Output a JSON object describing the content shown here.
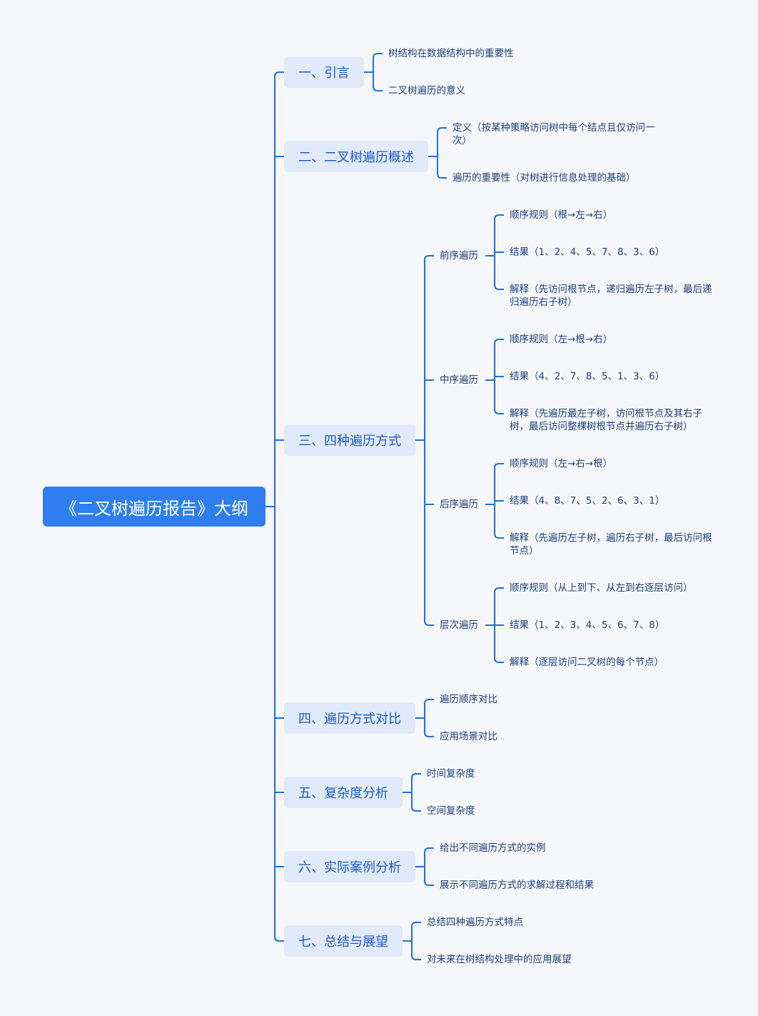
{
  "root": "《二叉树遍历报告》大纲",
  "sections": [
    {
      "label": "一、引言",
      "items": [
        "树结构在数据结构中的重要性",
        "二叉树遍历的意义"
      ]
    },
    {
      "label": "二、二叉树遍历概述",
      "items": [
        "定义（按某种策略访问树中每个结点且仅访问一次）",
        "遍历的重要性（对树进行信息处理的基础）"
      ]
    },
    {
      "label": "三、四种遍历方式",
      "subs": [
        {
          "label": "前序遍历",
          "items": [
            "顺序规则（根→左→右）",
            "结果（1、2、4、5、7、8、3、6）",
            "解释（先访问根节点，递归遍历左子树，最后递归遍历右子树）"
          ]
        },
        {
          "label": "中序遍历",
          "items": [
            "顺序规则（左→根→右）",
            "结果（4、2、7、8、5、1、3、6）",
            "解释（先遍历最左子树，访问根节点及其右子树，最后访问整棵树根节点并遍历右子树）"
          ]
        },
        {
          "label": "后序遍历",
          "items": [
            "顺序规则（左→右→根）",
            "结果（4、8、7、5、2、6、3、1）",
            "解释（先遍历左子树，遍历右子树，最后访问根节点）"
          ]
        },
        {
          "label": "层次遍历",
          "items": [
            "顺序规则（从上到下、从左到右逐层访问）",
            "结果（1、2、3、4、5、6、7、8）",
            "解释（逐层访问二叉树的每个节点）"
          ]
        }
      ]
    },
    {
      "label": "四、遍历方式对比",
      "items": [
        "遍历顺序对比",
        "应用场景对比"
      ]
    },
    {
      "label": "五、复杂度分析",
      "items": [
        "时间复杂度",
        "空间复杂度"
      ]
    },
    {
      "label": "六、实际案例分析",
      "items": [
        "给出不同遍历方式的实例",
        "展示不同遍历方式的求解过程和结果"
      ]
    },
    {
      "label": "七、总结与展望",
      "items": [
        "总结四种遍历方式特点",
        "对未来在树结构处理中的应用展望"
      ]
    }
  ],
  "colors": {
    "accent": "#2f7ef0",
    "line": "#1e6fe0",
    "section_bg": "#e1eafb",
    "section_text": "#1e5bc4",
    "leaf_text": "#1c3f7a",
    "background": "#f5f7fb"
  }
}
